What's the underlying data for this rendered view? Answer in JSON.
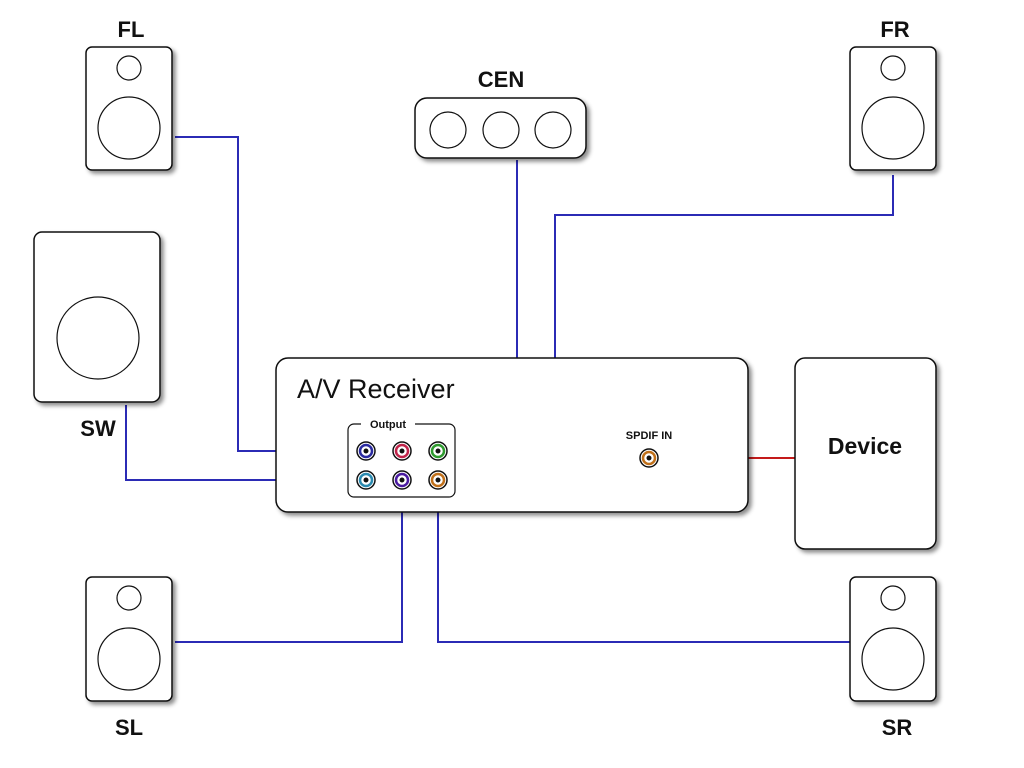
{
  "speakers": {
    "fl": "FL",
    "fr": "FR",
    "cen": "CEN",
    "sw": "SW",
    "sl": "SL",
    "sr": "SR"
  },
  "receiver": {
    "title": "A/V Receiver",
    "output_label": "Output",
    "spdif_label": "SPDIF IN"
  },
  "device": {
    "label": "Device"
  },
  "colors": {
    "speaker_wire": "#2b2bb5",
    "digital_wire": "#c41a1a",
    "jack_fl": "#2a2aa0",
    "jack_cen": "#c0244a",
    "jack_fr": "#2e9a2e",
    "jack_sw": "#2a8ab0",
    "jack_sl": "#4a1aa0",
    "jack_sr": "#c0701a",
    "jack_spdif": "#c0701a"
  }
}
